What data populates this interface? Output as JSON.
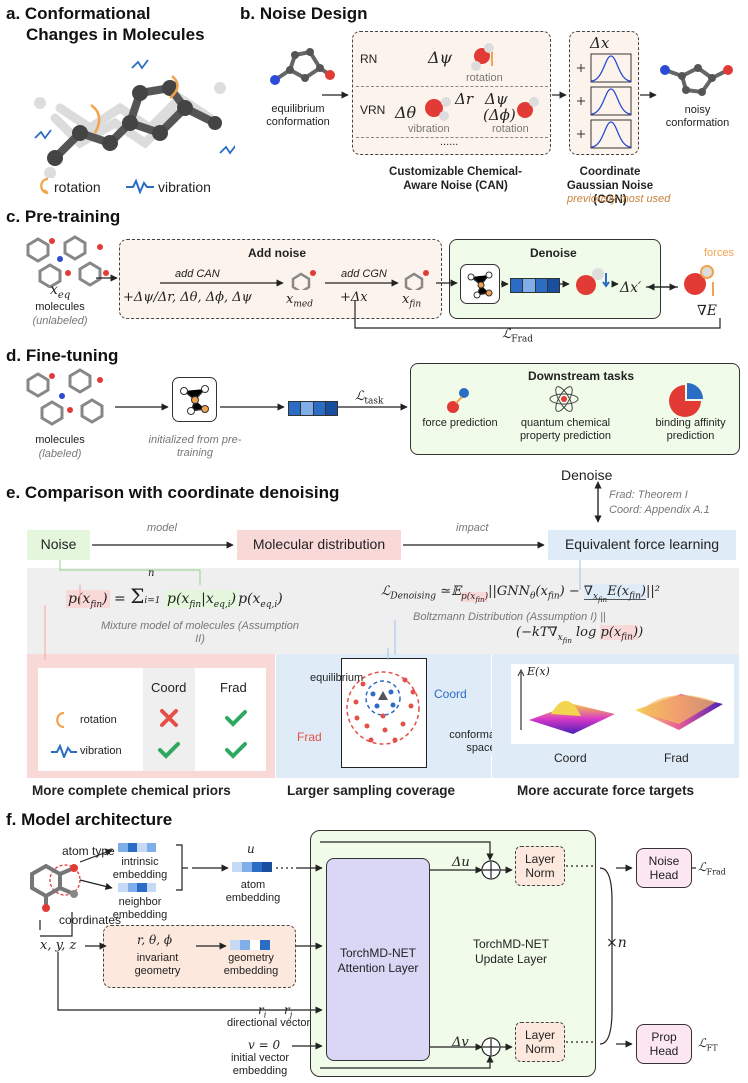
{
  "sections": {
    "a": {
      "title": "a. Conformational Changes in Molecules",
      "title_line1": "a. Conformational",
      "title_line2": "Changes in Molecules",
      "legend_rotation": "rotation",
      "legend_vibration": "vibration"
    },
    "b": {
      "title": "b. Noise Design",
      "equilibrium": "equilibrium conformation",
      "rn": "RN",
      "vrn": "VRN",
      "rn_delta": "Δψ",
      "rn_caption": "rotation",
      "vrn_dtheta": "Δθ",
      "vrn_dr": "Δr",
      "vrn_dpsi": "Δψ",
      "vrn_dphi": "(Δϕ)",
      "vrn_vibration": "vibration",
      "vrn_rotation": "rotation",
      "dots": "......",
      "cgn_dx": "Δx",
      "noisy": "noisy conformation",
      "can_label": "Customizable Chemical-Aware Noise (CAN)",
      "cgn_label": "Coordinate Gaussian Noise (CGN)",
      "cgn_sub": "previously most used"
    },
    "c": {
      "title": "c. Pre-training",
      "x_eq": "x_eq",
      "molecules": "molecules",
      "unlabeled": "(unlabeled)",
      "add_noise": "Add noise",
      "add_can": "add CAN",
      "can_formula": "+Δψ/Δr, Δθ, Δϕ, Δψ",
      "x_med": "x_med",
      "add_cgn": "add CGN",
      "cgn_formula": "+Δx",
      "x_fin": "x_fin",
      "denoise": "Denoise",
      "dx_prime": "Δx′",
      "forces": "forces",
      "grad_e": "∇E",
      "loss": "L_Frad"
    },
    "d": {
      "title": "d. Fine-tuning",
      "molecules": "molecules",
      "labeled": "(labeled)",
      "initialized": "initialized from pre-training",
      "loss": "L_task",
      "downstream": "Downstream tasks",
      "task1": "force prediction",
      "task2": "quantum chemical property prediction",
      "task3": "binding affinity prediction"
    },
    "e": {
      "title": "e. Comparison with coordinate denoising",
      "denoise": "Denoise",
      "frad_theorem": "Frad: Theorem I",
      "coord_appendix": "Coord: Appendix A.1",
      "noise": "Noise",
      "model": "model",
      "mol_dist": "Molecular distribution",
      "impact": "impact",
      "force_learning": "Equivalent force learning",
      "mixture": "p(x_fin) = Σ_{i=1}^{n} p(x_fin | x_eq,i) p(x_eq,i)",
      "mixture_caption": "Mixture model of molecules (Assumption II)",
      "loss_formula": "L_Denoising ≃ E_p(x_fin) ||GNN_θ(x_fin) − ∇_x_fin E(x_fin)||²",
      "boltzmann": "Boltzmann Distribution (Assumption I) ||",
      "boltzmann_formula": "(−kT∇_x_fin log p(x_fin))",
      "table_header_coord": "Coord",
      "table_header_frad": "Frad",
      "row_rotation": "rotation",
      "row_vibration": "vibration",
      "equilibrium": "equilibrium",
      "coord": "Coord",
      "frad": "Frad",
      "conf_space": "conformation space",
      "ex": "E(x)",
      "coord_plot": "Coord",
      "frad_plot": "Frad",
      "caption1": "More complete chemical priors",
      "caption2": "Larger sampling coverage",
      "caption3": "More accurate force targets"
    },
    "f": {
      "title": "f. Model architecture",
      "atom_type": "atom type",
      "intrinsic": "intrinsic embedding",
      "neighbor": "neighbor embedding",
      "u": "u",
      "atom_embedding": "atom embedding",
      "coordinates": "coordinates",
      "xyz": "x, y, z",
      "rtp": "r, θ, ϕ",
      "invariant": "invariant geometry",
      "geometry_embedding": "geometry embedding",
      "rirj": "r_i − r_j",
      "directional": "directional vector",
      "v0": "v = 0",
      "initial_vec": "initial vector embedding",
      "attention": "TorchMD-NET Attention Layer",
      "update": "TorchMD-NET Update Layer",
      "du": "Δu",
      "dv": "Δv",
      "layer_norm": "Layer Norm",
      "times_n": "×n",
      "noise_head": "Noise Head",
      "prop_head": "Prop Head",
      "loss_frad": "L_Frad",
      "loss_ft": "L_FT"
    }
  },
  "colors": {
    "orange": "#f2a34d",
    "blue": "#2b6cc4",
    "red": "#e23b36",
    "green": "#2fa861",
    "pink_bg": "#f9d9d8",
    "green_bg": "#e4f6dc",
    "blue_bg": "#dfecf8",
    "peach_bg": "#fcf4ec",
    "lavender": "#d9d6f6",
    "lightgreen": "#f1fbe9",
    "noise_head_bg": "#fbe6f2"
  }
}
